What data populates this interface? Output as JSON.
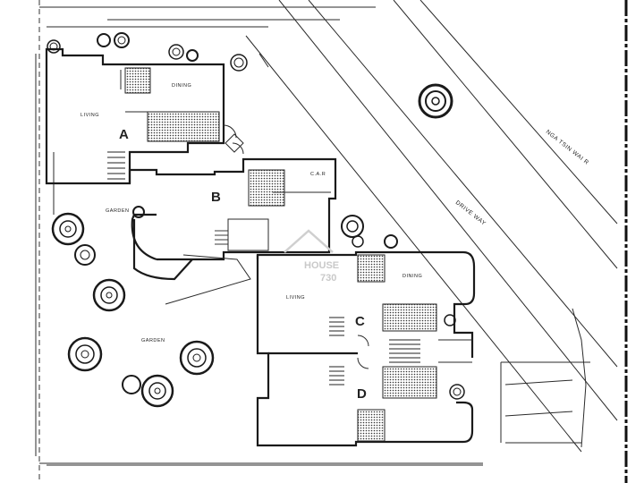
{
  "labels": {
    "flat_a": "A",
    "flat_b": "B",
    "flat_c": "C",
    "flat_d": "D",
    "dining_a": "DINING",
    "living_a": "LIVING",
    "garden_upper": "GARDEN",
    "living_c": "LIVING",
    "dining_c": "DINING",
    "garden_lower": "GARDEN",
    "car_port": "C.A.R",
    "road_name": "NGA TSIN WAI R",
    "drive_way": "DRIVE WAY"
  },
  "watermark": {
    "brand": "HOUSE",
    "number": "730"
  }
}
